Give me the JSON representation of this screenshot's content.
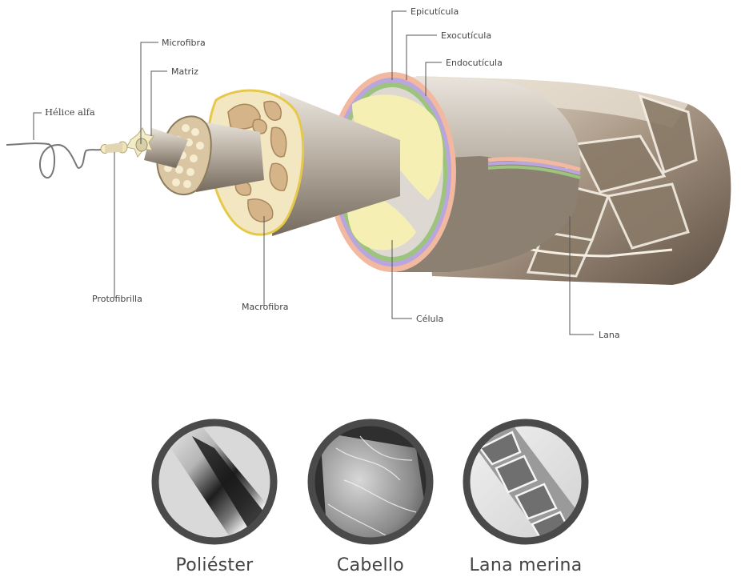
{
  "diagram": {
    "labels": {
      "alpha_helix": "Hélice alfa",
      "microfibril": "Microfibra",
      "matrix": "Matriz",
      "protofibril": "Protofibrilla",
      "macrofibril": "Macrofibra",
      "epicuticle": "Epicutícula",
      "exocuticle": "Exocutícula",
      "endocuticle": "Endocutícula",
      "cell": "Célula",
      "wool": "Lana"
    },
    "colors": {
      "label_text": "#444444",
      "leader_line": "#555555",
      "fiber_shaft": "#a89c8c",
      "core_fill": "#f5efb4",
      "macro_outline": "#e6c84a",
      "macro_fill": "#f3e7c2",
      "macro_blob": "#d4b488",
      "epicuticle_ring": "#f3b9a0",
      "exocuticle_ring": "#b9a6dc",
      "endocuticle_ring": "#9cc47c",
      "wool_scales": "#9a8a78"
    }
  },
  "microscopy": {
    "items": [
      {
        "label": "Poliéster",
        "icon": "polyester-fiber-icon"
      },
      {
        "label": "Cabello",
        "icon": "hair-fiber-icon"
      },
      {
        "label": "Lana merina",
        "icon": "merino-wool-fiber-icon"
      }
    ],
    "colors": {
      "ring": "#4a4a4a",
      "caption": "#444444"
    }
  }
}
